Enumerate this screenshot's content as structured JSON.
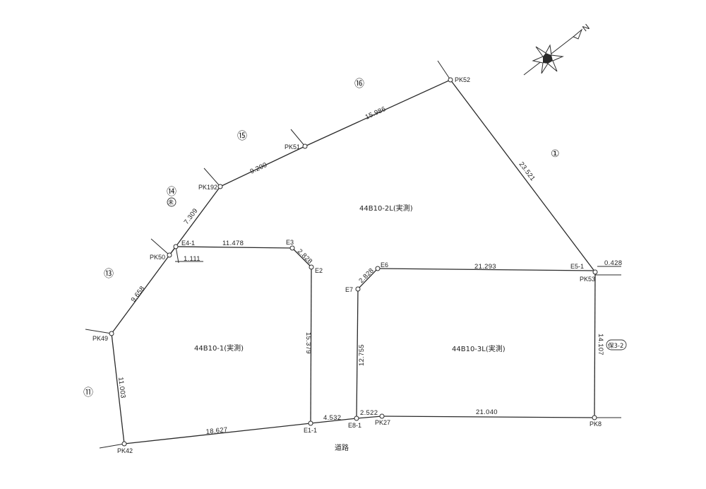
{
  "points": {
    "pk52": "PK52",
    "pk51": "PK51",
    "pk192": "PK192",
    "e4_1": "E4-1",
    "pk50": "PK50",
    "e3": "E3",
    "e2": "E2",
    "pk49": "PK49",
    "pk42": "PK42",
    "e1_1": "E1-1",
    "e8_1": "E8-1",
    "pk27": "PK27",
    "e7": "E7",
    "e6": "E6",
    "e5_1": "E5-1",
    "pk53": "PK53",
    "pk8": "PK8"
  },
  "distances": {
    "pk52_pk51": "15.986",
    "pk51_pk192": "9.200",
    "pk192_pk50": "7.309",
    "pk50_pk49": "9.658",
    "pk49_pk42": "11.003",
    "pk42_e1_1": "18.627",
    "e1_1_e8_1": "4.532",
    "e8_1_pk27": "2.522",
    "pk27_pk8": "21.040",
    "pk8_pk53": "14.107",
    "pk53_pk52": "23.521",
    "e4_1_e3": "11.478",
    "e3_e2": "2.828",
    "e2_e1_1": "15.379",
    "pk50_offset": "1.111",
    "e7_e6": "2.828",
    "e6_e5_1": "21.293",
    "e7_e8_1": "12.755",
    "e5_1_offset": "0.428"
  },
  "parcels": {
    "lot1": "44B10-1(実測)",
    "lot2": "44B10-2L(実測)",
    "lot3": "44B10-3L(実測)"
  },
  "neighbors": {
    "n1": "①",
    "n11": "⑪",
    "n13": "⑬",
    "n14": "⑭",
    "n14b": "未",
    "n15": "⑮",
    "n16": "⑯",
    "n_right": "保3-2"
  },
  "road": "道路",
  "north_label": "N"
}
